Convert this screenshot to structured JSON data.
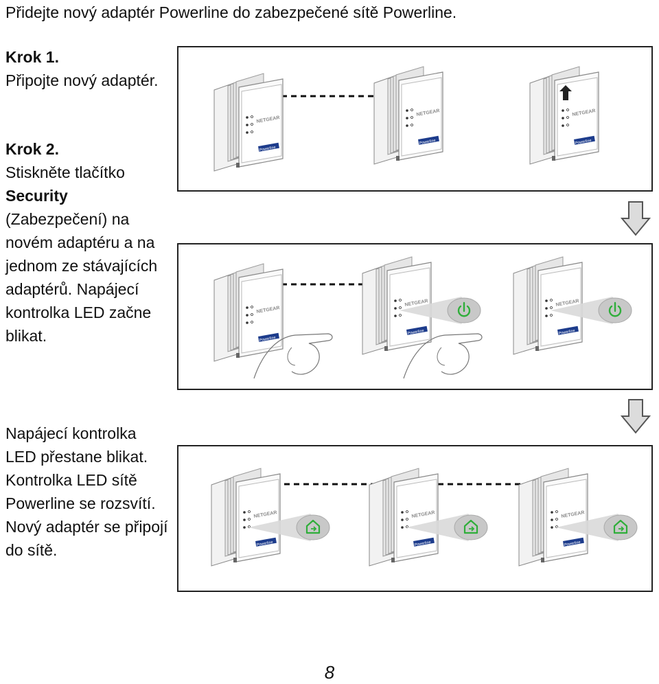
{
  "page": {
    "title": "Přidejte nový adaptér Powerline do zabezpečené sítě Powerline.",
    "page_number": "8"
  },
  "steps": {
    "step1": {
      "label": "Krok 1.",
      "text": "Připojte nový adaptér."
    },
    "step2": {
      "label": "Krok 2.",
      "text_before": "Stiskněte tlačítko",
      "button_name": "Security",
      "text_after": "(Zabezpečení) na novém adaptéru a na jednom ze stávajících adaptérů. Napájecí kontrolka LED začne blikat."
    },
    "step3": {
      "text": "Napájecí kontrolka LED přestane blikat. Kontrolka LED sítě Powerline se rozsvítí. Nový adaptér se připojí do sítě."
    }
  },
  "adapter": {
    "brand": "NETGEAR",
    "model_badge": "Powerline"
  },
  "colors": {
    "led_green": "#2fae3a",
    "callout_bg": "#c8c8c8",
    "panel_border": "#222222",
    "arrow_fill": "#dcdcdc"
  },
  "icons": {
    "power": "power-icon",
    "powerline": "home-powerline-icon",
    "down_arrow": "down-arrow-icon"
  }
}
